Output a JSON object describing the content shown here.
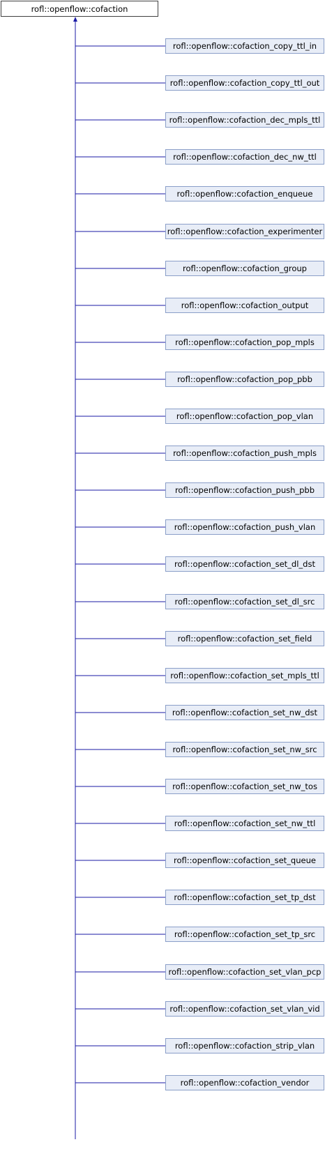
{
  "base_class": {
    "label": "rofl::openflow::cofaction"
  },
  "derived_classes": [
    "rofl::openflow::cofaction_copy_ttl_in",
    "rofl::openflow::cofaction_copy_ttl_out",
    "rofl::openflow::cofaction_dec_mpls_ttl",
    "rofl::openflow::cofaction_dec_nw_ttl",
    "rofl::openflow::cofaction_enqueue",
    "rofl::openflow::cofaction_experimenter",
    "rofl::openflow::cofaction_group",
    "rofl::openflow::cofaction_output",
    "rofl::openflow::cofaction_pop_mpls",
    "rofl::openflow::cofaction_pop_pbb",
    "rofl::openflow::cofaction_pop_vlan",
    "rofl::openflow::cofaction_push_mpls",
    "rofl::openflow::cofaction_push_pbb",
    "rofl::openflow::cofaction_push_vlan",
    "rofl::openflow::cofaction_set_dl_dst",
    "rofl::openflow::cofaction_set_dl_src",
    "rofl::openflow::cofaction_set_field",
    "rofl::openflow::cofaction_set_mpls_ttl",
    "rofl::openflow::cofaction_set_nw_dst",
    "rofl::openflow::cofaction_set_nw_src",
    "rofl::openflow::cofaction_set_nw_tos",
    "rofl::openflow::cofaction_set_nw_ttl",
    "rofl::openflow::cofaction_set_queue",
    "rofl::openflow::cofaction_set_tp_dst",
    "rofl::openflow::cofaction_set_tp_src",
    "rofl::openflow::cofaction_set_vlan_pcp",
    "rofl::openflow::cofaction_set_vlan_vid",
    "rofl::openflow::cofaction_strip_vlan",
    "rofl::openflow::cofaction_vendor"
  ],
  "colors": {
    "edge": "#1a1aa6",
    "base_border": "#404040",
    "base_fill": "#ffffff",
    "node_border": "#8a9ec8",
    "node_fill": "#e8edf7"
  }
}
